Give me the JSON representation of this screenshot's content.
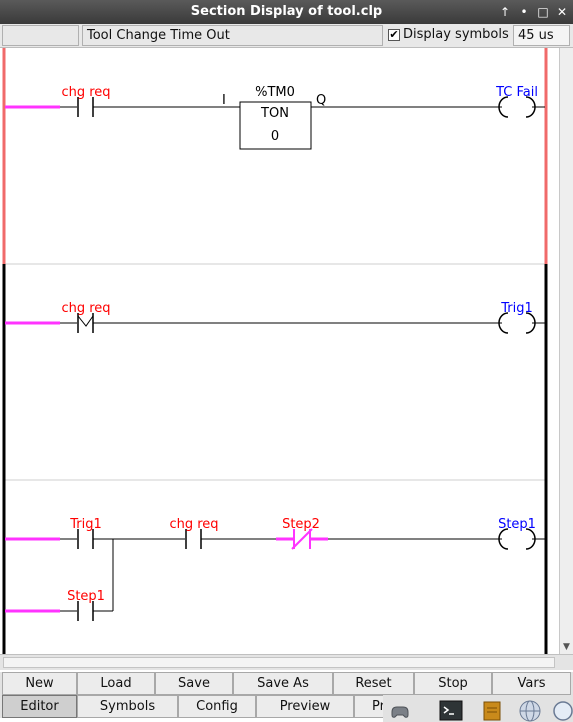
{
  "window": {
    "title": "Section Display of tool.clp",
    "controls": [
      "↑",
      "•",
      "□",
      "✕"
    ]
  },
  "infobar": {
    "section_name": "Tool Change Time Out",
    "display_symbols_checked": "✔",
    "display_symbols_label": "Display symbols",
    "scan_time": "45 us"
  },
  "rungs": [
    {
      "contact_label": "chg req",
      "contact_type": "normally-open",
      "timer": {
        "name": "%TM0",
        "type": "TON",
        "value": "0",
        "input": "I",
        "output": "Q"
      },
      "coil_label": "TC Fail"
    },
    {
      "contact_label": "chg req",
      "contact_type": "rising-edge",
      "coil_label": "Trig1"
    },
    {
      "contacts": [
        "Trig1",
        "chg req",
        "Step2"
      ],
      "branch_contact": "Step1",
      "coil_label": "Step1"
    }
  ],
  "colors": {
    "active_rail": "#f06a6a",
    "inactive_rail": "#000000",
    "power_wire": "#ff33ff",
    "contact_label": "#ff0000",
    "coil_label": "#0000ff"
  },
  "toolbar_row1": [
    "New",
    "Load",
    "Save",
    "Save As",
    "Reset",
    "Stop",
    "Vars"
  ],
  "toolbar_row2": [
    "Editor",
    "Symbols",
    "Config",
    "Preview",
    "Pr"
  ],
  "tray_icons": [
    "gamepad-icon",
    "terminal-icon",
    "notes-icon",
    "globe-icon",
    "search-icon"
  ]
}
